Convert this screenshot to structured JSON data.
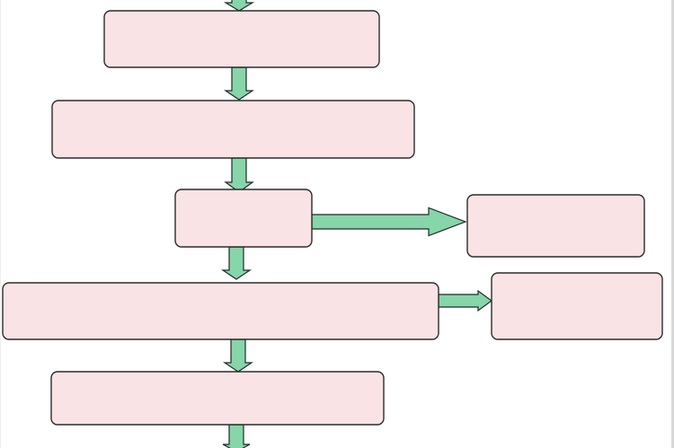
{
  "diagram": {
    "title": "",
    "colors": {
      "box_fill": "#f9e3e4",
      "box_stroke": "#2b2b2b",
      "arrow_fill": "#86d6aa",
      "arrow_stroke": "#1f2a24"
    },
    "nodes": [
      {
        "id": "box-1",
        "label": ""
      },
      {
        "id": "box-2",
        "label": ""
      },
      {
        "id": "box-3",
        "label": ""
      },
      {
        "id": "box-side-1",
        "label": ""
      },
      {
        "id": "box-4",
        "label": ""
      },
      {
        "id": "box-side-2",
        "label": ""
      },
      {
        "id": "box-5",
        "label": ""
      }
    ],
    "edges": [
      {
        "from": "",
        "to": "box-1"
      },
      {
        "from": "box-1",
        "to": "box-2"
      },
      {
        "from": "box-2",
        "to": "box-3"
      },
      {
        "from": "box-3",
        "to": "box-side-1"
      },
      {
        "from": "box-3",
        "to": "box-4"
      },
      {
        "from": "box-4",
        "to": "box-side-2"
      },
      {
        "from": "box-4",
        "to": "box-5"
      },
      {
        "from": "box-5",
        "to": ""
      }
    ]
  }
}
